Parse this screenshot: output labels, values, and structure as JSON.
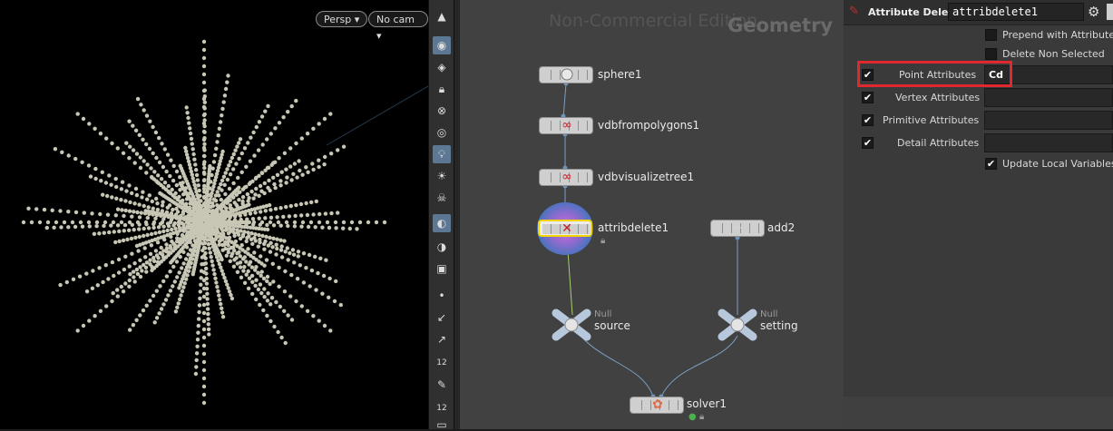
{
  "viewport": {
    "persp_label": "Persp",
    "cam_label": "No cam",
    "background": "#000000",
    "point_color": "#c8c6b4"
  },
  "toolbar_icons": [
    "eye-icon",
    "select-icon",
    "lock-icon",
    "handle-icon",
    "sphere-display-icon",
    "bulb-icon",
    "light-icon",
    "skull-icon",
    "camera-icon",
    "visibility-icon",
    "snapshot-icon",
    "point-icon",
    "normal-icon",
    "vector-icon",
    "number-icon",
    "pen-icon",
    "number2-icon",
    "display-icon"
  ],
  "toolbar_text": {
    "num1": "12",
    "num2": "12"
  },
  "network": {
    "watermark_edition": "Non-Commercial Edition",
    "watermark_context": "Geometry",
    "nodes": {
      "sphere1": "sphere1",
      "vdbfrompolygons1": "vdbfrompolygons1",
      "vdbvisualizetree1": "vdbvisualizetree1",
      "attribdelete1": "attribdelete1",
      "add2": "add2",
      "source_type": "Null",
      "source": "source",
      "setting_type": "Null",
      "setting": "setting",
      "solver1": "solver1"
    }
  },
  "params": {
    "node_type": "Attribute Delete",
    "node_name": "attribdelete1",
    "prepend_label": "Prepend with Attributes f",
    "delete_non_selected_label": "Delete Non Selected",
    "point_label": "Point Attributes",
    "point_value": "Cd",
    "vertex_label": "Vertex Attributes",
    "vertex_value": "",
    "primitive_label": "Primitive Attributes",
    "primitive_value": "",
    "detail_label": "Detail Attributes",
    "detail_value": "",
    "update_local_label": "Update Local Variables",
    "highlight_color": "#e0282e"
  }
}
